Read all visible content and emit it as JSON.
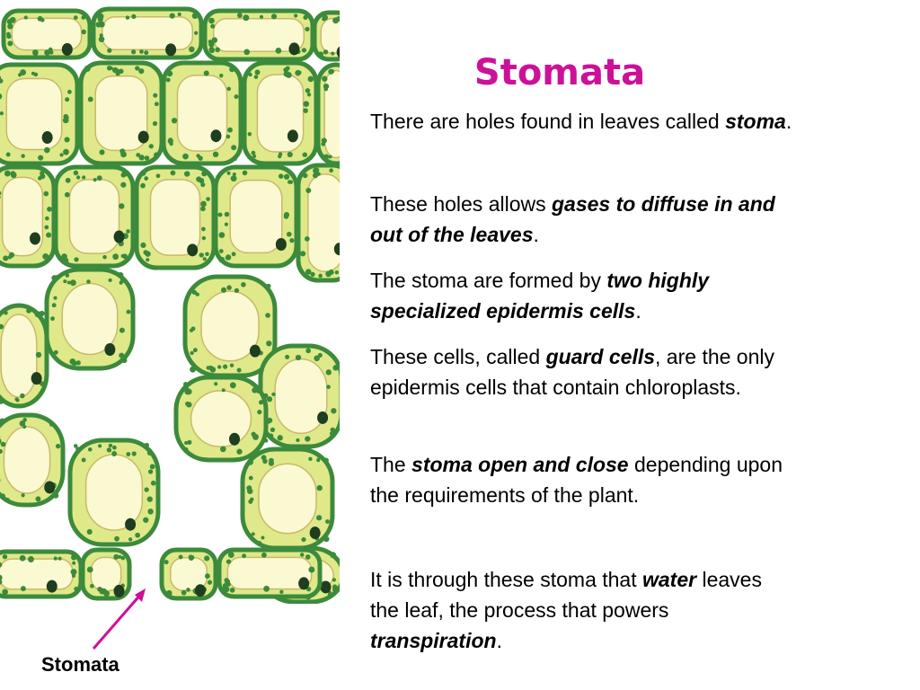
{
  "slide": {
    "title": "Stomata",
    "caption": "Stomata",
    "paragraphs": [
      {
        "parts": [
          {
            "t": "There are holes found in leaves called "
          },
          {
            "t": "stoma",
            "em": true
          },
          {
            "t": "."
          }
        ]
      },
      {
        "parts": [
          {
            "t": "These holes allows "
          },
          {
            "t": "gases to diffuse in and out of the leaves",
            "em": true
          },
          {
            "t": "."
          }
        ]
      },
      {
        "parts": [
          {
            "t": "The stoma are formed by "
          },
          {
            "t": "two highly specialized epidermis cells",
            "em": true
          },
          {
            "t": "."
          }
        ]
      },
      {
        "parts": [
          {
            "t": "These cells, called "
          },
          {
            "t": "guard cells",
            "em": true
          },
          {
            "t": ", are the only epidermis cells that contain chloroplasts."
          }
        ]
      },
      {
        "parts": [
          {
            "t": "The "
          },
          {
            "t": "stoma open and close",
            "em": true
          },
          {
            "t": " depending upon the requirements of the plant."
          }
        ]
      },
      {
        "parts": [
          {
            "t": "It is through these stoma that "
          },
          {
            "t": "water",
            "em": true
          },
          {
            "t": " leaves the leaf, the process that powers "
          },
          {
            "t": "transpiration",
            "em": true
          },
          {
            "t": "."
          }
        ]
      }
    ]
  },
  "colors": {
    "title": "#cc1199",
    "arrow": "#cc1199",
    "cell_wall": "#3c8a3c",
    "cell_fill": "#dfe98a",
    "vacuole": "#fbf9d2",
    "nucleus": "#1f3d1f"
  }
}
